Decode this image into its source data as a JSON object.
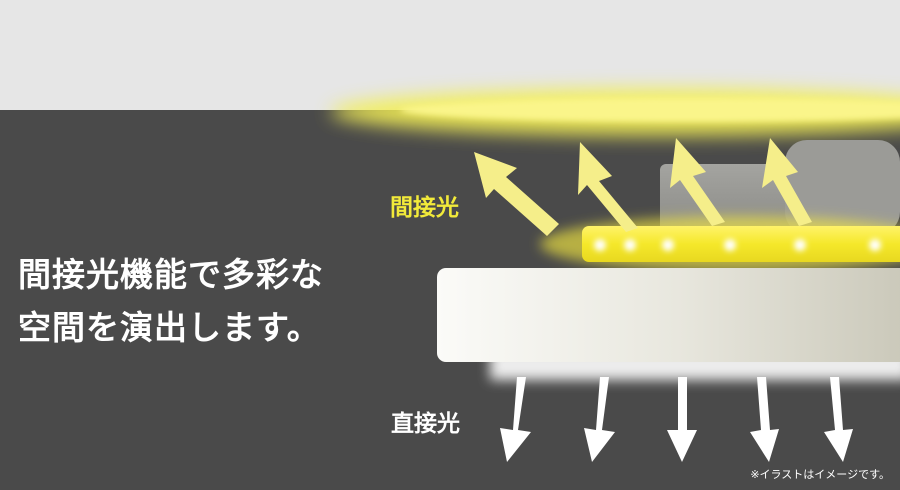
{
  "headline": {
    "line1": "間接光機能で多彩な",
    "line2": "空間を演出します。"
  },
  "labels": {
    "indirect": "間接光",
    "direct": "直接光"
  },
  "note": "※イラストはイメージです。",
  "colors": {
    "background": "#4a4a4a",
    "ceiling": "#e6e6e6",
    "indirect_light": "#f2ea3a",
    "text": "#ffffff"
  }
}
